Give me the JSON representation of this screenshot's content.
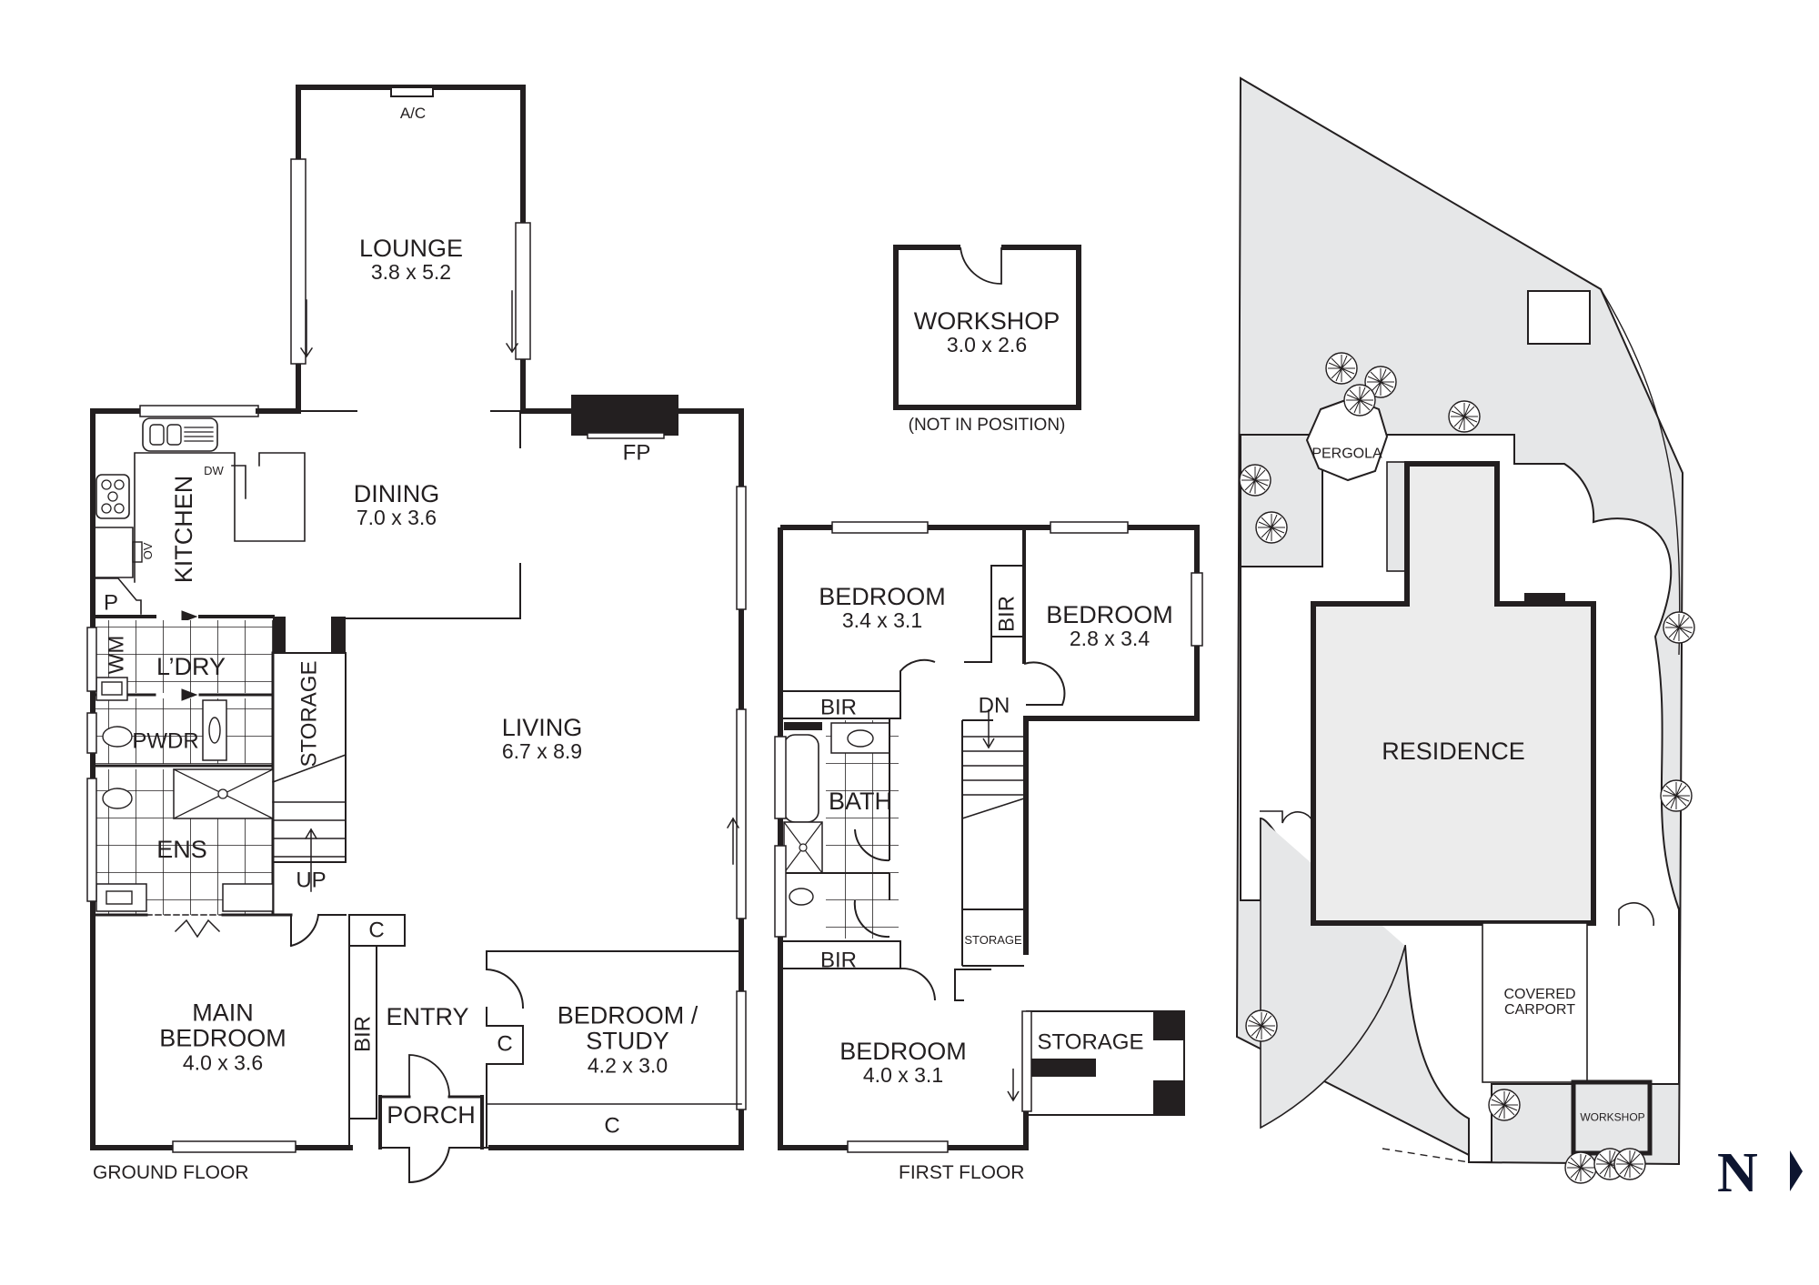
{
  "ground_floor": {
    "caption": "GROUND FLOOR",
    "rooms": {
      "lounge": {
        "name": "LOUNGE",
        "dims": "3.8 x 5.2"
      },
      "dining": {
        "name": "DINING",
        "dims": "7.0 x 3.6"
      },
      "kitchen": {
        "name": "KITCHEN"
      },
      "living": {
        "name": "LIVING",
        "dims": "6.7 x 8.9"
      },
      "laundry": {
        "name": "L’DRY"
      },
      "powder": {
        "name": "PWDR"
      },
      "ensuite": {
        "name": "ENS"
      },
      "storage": {
        "name": "STORAGE"
      },
      "main_bedroom": {
        "name": "MAIN\nBEDROOM",
        "line1": "MAIN",
        "line2": "BEDROOM",
        "dims": "4.0 x 3.6"
      },
      "entry": {
        "name": "ENTRY"
      },
      "porch": {
        "name": "PORCH"
      },
      "bedroom_study": {
        "line1": "BEDROOM /",
        "line2": "STUDY",
        "dims": "4.2 x 3.0"
      }
    },
    "fixtures": {
      "ac": "A/C",
      "fireplace": "FP",
      "dishwasher": "DW",
      "oven": "OV",
      "pantry": "P",
      "washing_machine": "WM",
      "stairs": "UP",
      "bir": "BIR",
      "cupboard": "C"
    }
  },
  "workshop_detail": {
    "name": "WORKSHOP",
    "dims": "3.0 x 2.6",
    "note": "(NOT IN POSITION)"
  },
  "first_floor": {
    "caption": "FIRST FLOOR",
    "rooms": {
      "bedroom_1": {
        "name": "BEDROOM",
        "dims": "3.4 x 3.1"
      },
      "bedroom_2": {
        "name": "BEDROOM",
        "dims": "2.8 x 3.4"
      },
      "bedroom_3": {
        "name": "BEDROOM",
        "dims": "4.0 x 3.1"
      },
      "bath": {
        "name": "BATH"
      },
      "storage_small": {
        "name": "STORAGE"
      },
      "storage": {
        "name": "STORAGE"
      }
    },
    "fixtures": {
      "bir": "BIR",
      "stairs": "DN"
    }
  },
  "site_plan": {
    "residence": "RESIDENCE",
    "pergola": "PERGOLA",
    "carport_line1": "COVERED",
    "carport_line2": "CARPORT",
    "workshop": "WORKSHOP"
  },
  "compass": {
    "label": "N",
    "direction": "right"
  },
  "colors": {
    "wall": "#231f20",
    "site_fill": "#e6e7e8",
    "residence_fill": "#ececec",
    "compass": "#0d1530"
  }
}
